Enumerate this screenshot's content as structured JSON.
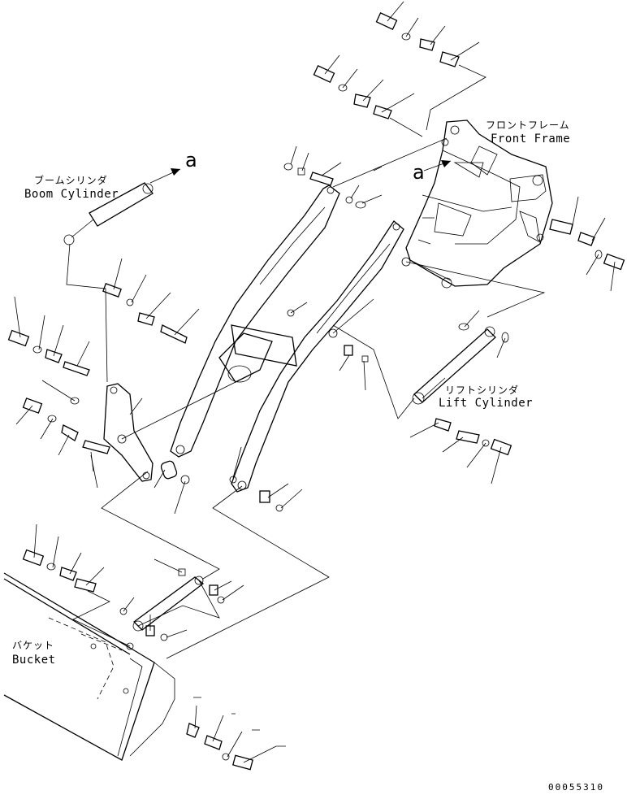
{
  "labels": {
    "front_frame": {
      "jp": "フロントフレーム",
      "en": "Front Frame"
    },
    "boom_cylinder": {
      "jp": "ブームシリンダ",
      "en": "Boom Cylinder"
    },
    "lift_cylinder": {
      "jp": "リフトシリンダ",
      "en": "Lift Cylinder"
    },
    "bucket": {
      "jp": "バケット",
      "en": "Bucket"
    }
  },
  "callouts": {
    "upper": "a",
    "lower": "a"
  },
  "document_number": "00055310"
}
